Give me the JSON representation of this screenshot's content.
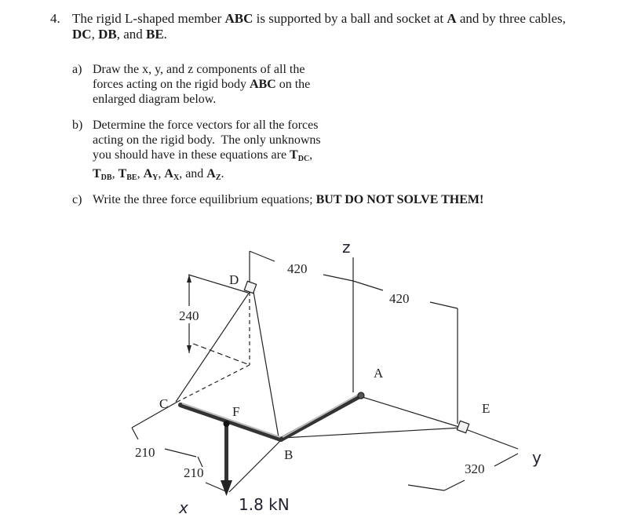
{
  "problem": {
    "number": "4.",
    "statement_html": "The rigid L-shaped member <b>ABC</b> is supported by a ball and socket at <b>A</b> and by three cables, <b>DC</b>, <b>DB</b>, and <b>BE</b>.",
    "parts": [
      {
        "label": "a)",
        "html": "Draw the x, y, and z components of all the<br>forces acting on the rigid body <b>ABC</b> on the<br>enlarged diagram below."
      },
      {
        "label": "b)",
        "html": "Determine the force vectors for all the forces<br>acting on the rigid body.&nbsp; The only unknowns<br>you should have in these equations are <b>T<sub>DC</sub></b>,<br><b>T<sub>DB</sub></b>, <b>T<sub>BE</sub></b>, <b>A<sub>Y</sub></b>, <b>A<sub>X</sub></b>, and <b>A<sub>Z</sub></b>."
      },
      {
        "label": "c)",
        "html": "Write the three force equilibrium equations; <b>BUT DO NOT SOLVE THEM!</b>"
      }
    ]
  },
  "diagram": {
    "points": {
      "A": "A",
      "B": "B",
      "C": "C",
      "D": "D",
      "E": "E",
      "F": "F"
    },
    "dimensions": {
      "top_left": "420",
      "top_right": "420",
      "height": "240",
      "left_outer": "210",
      "left_inner": "210",
      "right_bottom": "320"
    },
    "load": "1.8 kN",
    "axes": {
      "x": "x",
      "y": "y",
      "z": "z"
    }
  }
}
